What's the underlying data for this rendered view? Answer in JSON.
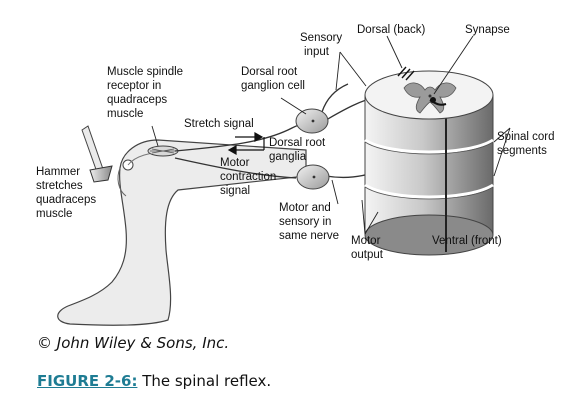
{
  "labels": {
    "muscle_spindle": [
      "Muscle spindle",
      "receptor in",
      "quadraceps",
      "muscle"
    ],
    "dorsal_root_ganglion_cell": [
      "Dorsal root",
      "ganglion cell"
    ],
    "sensory_input": [
      "Sensory",
      "input"
    ],
    "dorsal_back": "Dorsal (back)",
    "synapse": "Synapse",
    "stretch_signal": "Stretch signal",
    "dorsal_root_ganglia": [
      "Dorsal root",
      "ganglia"
    ],
    "motor_contraction": [
      "Motor",
      "contraction",
      "signal"
    ],
    "hammer": [
      "Hammer",
      "stretches",
      "quadraceps",
      "muscle"
    ],
    "spinal_cord_segments": [
      "Spinal cord",
      "segments"
    ],
    "motor_sensory_nerve": [
      "Motor and",
      "sensory in",
      "same nerve"
    ],
    "motor_output": [
      "Motor",
      "output"
    ],
    "ventral_front": "Ventral (front)"
  },
  "copyright": "© John Wiley & Sons, Inc.",
  "caption": {
    "figure": "FIGURE 2-6:",
    "text": " The spinal reflex."
  }
}
